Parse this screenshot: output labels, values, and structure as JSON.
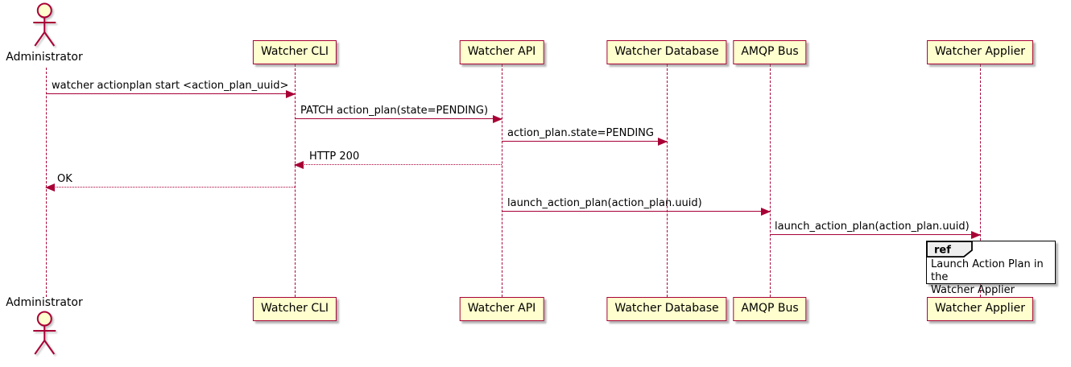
{
  "diagram": {
    "kind": "sequence-diagram",
    "actor": {
      "name": "Administrator"
    },
    "participants": [
      {
        "label": "Watcher CLI"
      },
      {
        "label": "Watcher API"
      },
      {
        "label": "Watcher Database"
      },
      {
        "label": "AMQP Bus"
      },
      {
        "label": "Watcher Applier"
      }
    ],
    "messages": [
      {
        "from": "Administrator",
        "to": "Watcher CLI",
        "type": "solid",
        "label": "watcher actionplan start <action_plan_uuid>"
      },
      {
        "from": "Watcher CLI",
        "to": "Watcher API",
        "type": "solid",
        "label": "PATCH action_plan(state=PENDING)"
      },
      {
        "from": "Watcher API",
        "to": "Watcher Database",
        "type": "solid",
        "label": "action_plan.state=PENDING"
      },
      {
        "from": "Watcher API",
        "to": "Watcher CLI",
        "type": "dashed-return",
        "label": "HTTP 200"
      },
      {
        "from": "Watcher CLI",
        "to": "Administrator",
        "type": "dashed-return",
        "label": "OK"
      },
      {
        "from": "Watcher API",
        "to": "AMQP Bus",
        "type": "solid",
        "label": "launch_action_plan(action_plan.uuid)"
      },
      {
        "from": "AMQP Bus",
        "to": "Watcher Applier",
        "type": "solid",
        "label": "launch_action_plan(action_plan.uuid)"
      }
    ],
    "ref": {
      "keyword": "ref",
      "over": "Watcher Applier",
      "line1": "Launch Action Plan in the",
      "line2": "Watcher Applier"
    },
    "colors": {
      "participant_fill": "#FEFECE",
      "line": "#A80036",
      "text": "#000000",
      "ref_header_fill": "#EEEEEE",
      "ref_border": "#000000",
      "background": "#FFFFFF"
    }
  }
}
